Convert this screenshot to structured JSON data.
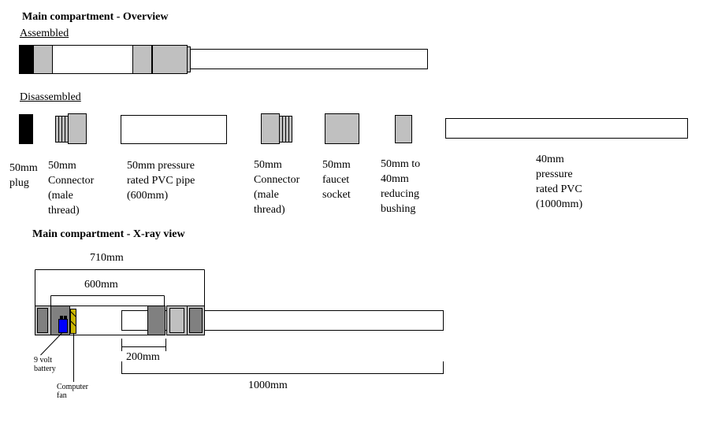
{
  "overview": {
    "title": "Main compartment - Overview",
    "assembled_label": "Assembled",
    "disassembled_label": "Disassembled"
  },
  "parts": [
    {
      "id": "plug",
      "label": "50mm\nplug"
    },
    {
      "id": "connector-1",
      "label": "50mm\nConnector\n(male\nthread)"
    },
    {
      "id": "pipe-50",
      "label": "50mm pressure\nrated PVC pipe\n(600mm)"
    },
    {
      "id": "connector-2",
      "label": "50mm\nConnector\n(male\nthread)"
    },
    {
      "id": "faucet-socket",
      "label": "50mm\nfaucet\nsocket"
    },
    {
      "id": "reducing-bushing",
      "label": "50mm to\n40mm\nreducing\nbushing"
    },
    {
      "id": "pipe-40",
      "label": "40mm\npressure\nrated PVC\n(1000mm)"
    }
  ],
  "xray": {
    "title": "Main compartment - X-ray view",
    "dim_total": "710mm",
    "dim_600": "600mm",
    "dim_200": "200mm",
    "dim_1000": "1000mm",
    "battery_label": "9 volt\nbattery",
    "fan_label": "Computer\nfan"
  },
  "colors": {
    "plug": "#000000",
    "light_grey": "#c0c0c0",
    "dark_grey": "#808080",
    "battery": "#0000ff",
    "fan": "#c8b400",
    "outline": "#000000"
  }
}
